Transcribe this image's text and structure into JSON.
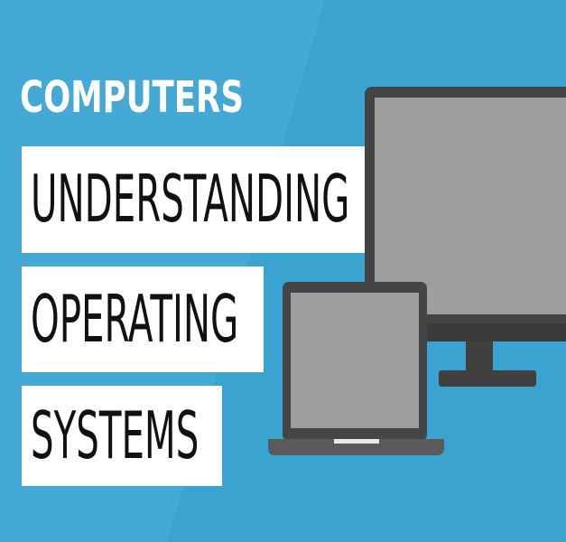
{
  "kicker": "COMPUTERS",
  "title_lines": [
    "UNDERSTANDING",
    "OPERATING",
    "SYSTEMS"
  ],
  "colors": {
    "background": "#3ba3cf",
    "stripe": "#56b5dc",
    "title_box": "#ffffff",
    "title_text": "#111111",
    "device_frame": "#444444",
    "device_screen": "#9e9e9e",
    "laptop_base": "#5a5a5a"
  },
  "icons": {
    "monitor": "desktop-monitor-icon",
    "laptop": "laptop-icon"
  }
}
